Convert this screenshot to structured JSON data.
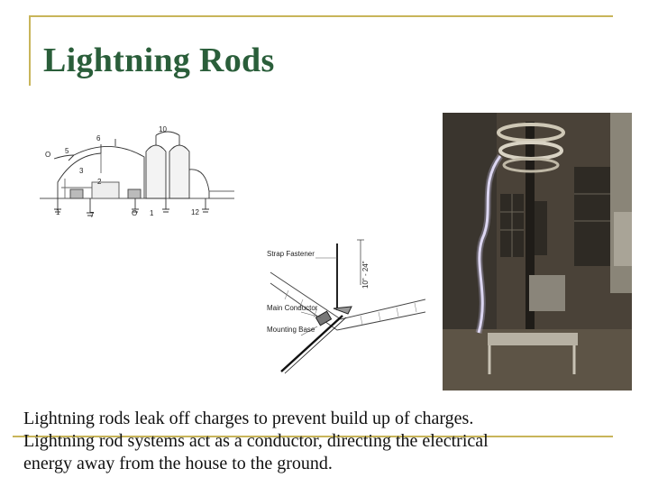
{
  "slide": {
    "title": "Lightning Rods",
    "accent_color": "#c8b55a",
    "title_color": "#2a5e3a"
  },
  "farm_diagram": {
    "labels": [
      "10",
      "6",
      "5",
      "O",
      "3",
      "2",
      "1",
      "7",
      "O",
      "1",
      "12"
    ]
  },
  "mount_diagram": {
    "labels": {
      "strap_fastener": "Strap Fastener",
      "height": "10\" - 24\"",
      "main_conductor": "Main Conductor",
      "mounting_base": "Mounting Base"
    }
  },
  "caption": {
    "lines": [
      "Lightning rods leak off charges to prevent build up of charges.",
      "Lightning rod systems act as a conductor, directing the electrical",
      "energy away from the house to the ground."
    ]
  }
}
